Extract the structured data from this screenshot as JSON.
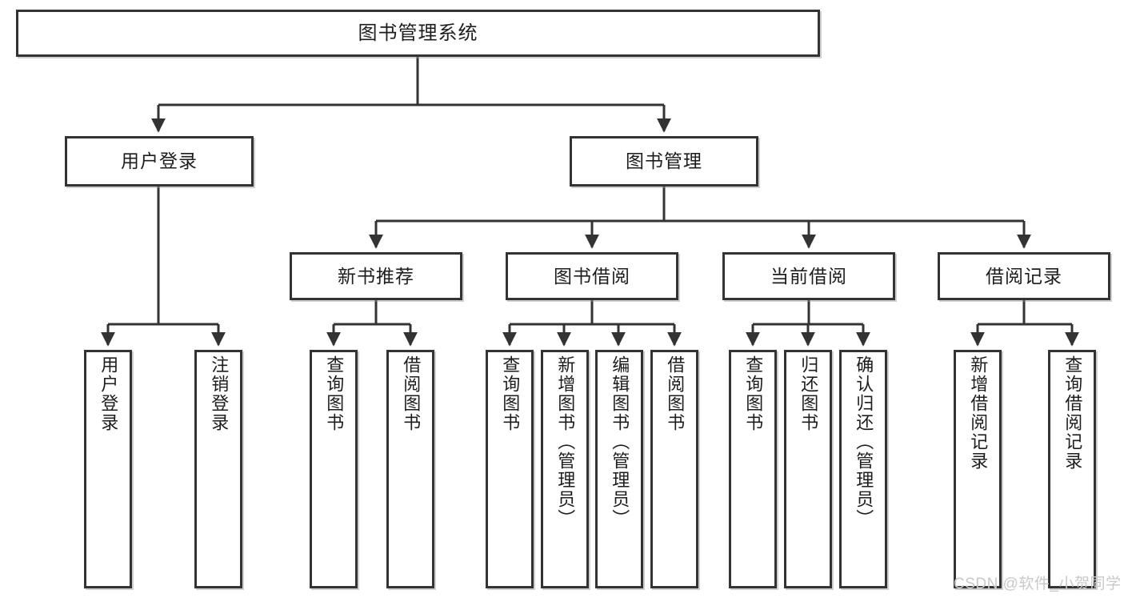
{
  "diagram": {
    "title_node": {
      "label": "图书管理系统"
    },
    "level2": [
      {
        "label": "用户登录"
      },
      {
        "label": "图书管理"
      }
    ],
    "level3": [
      {
        "label": "新书推荐"
      },
      {
        "label": "图书借阅"
      },
      {
        "label": "当前借阅"
      },
      {
        "label": "借阅记录"
      }
    ],
    "leaves": [
      {
        "label": "用户登录"
      },
      {
        "label": "注销登录"
      },
      {
        "label": "查询图书"
      },
      {
        "label": "借阅图书"
      },
      {
        "label": "查询图书"
      },
      {
        "label": "新增图书（管理员）"
      },
      {
        "label": "编辑图书（管理员）"
      },
      {
        "label": "借阅图书"
      },
      {
        "label": "查询图书"
      },
      {
        "label": "归还图书"
      },
      {
        "label": "确认归还（管理员）"
      },
      {
        "label": "新增借阅记录"
      },
      {
        "label": "查询借阅记录"
      }
    ],
    "watermark": "CSDN @软件_小贺同学",
    "colors": {
      "border": "#333333",
      "background": "#ffffff",
      "text": "#1d1d1d",
      "watermark": "#c9c9c9"
    }
  }
}
